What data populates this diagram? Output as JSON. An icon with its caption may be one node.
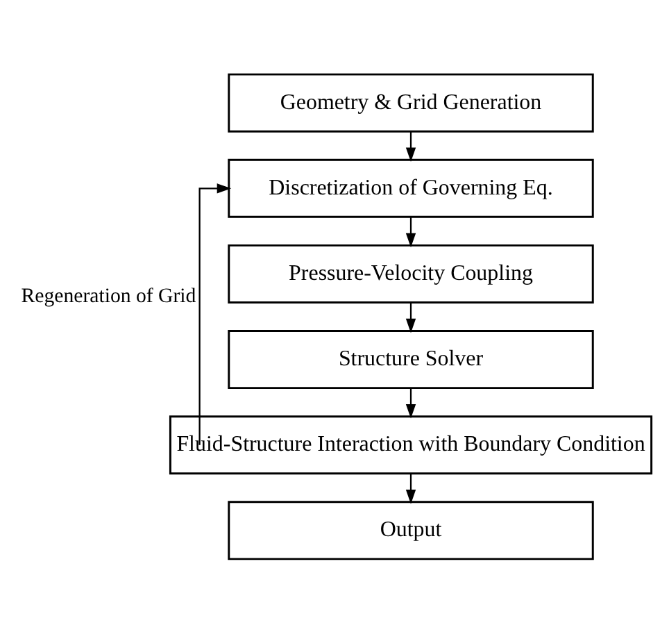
{
  "diagram": {
    "nodes": [
      {
        "text": [
          "Geometry & Grid Generation"
        ]
      },
      {
        "text": [
          "Discretization of Governing Eq."
        ]
      },
      {
        "text": [
          "Pressure-Velocity Coupling"
        ]
      },
      {
        "text": [
          "Structure Solver"
        ]
      },
      {
        "text": [
          "Fluid-Structure Interaction with Boundary Condition"
        ]
      },
      {
        "text": [
          "Output"
        ]
      }
    ],
    "edges": [
      {
        "from": 0,
        "to": 1,
        "arrow": "to"
      },
      {
        "from": 1,
        "to": 2,
        "arrow": "to"
      },
      {
        "from": 2,
        "to": 3,
        "arrow": "to"
      },
      {
        "from": 3,
        "to": 4,
        "arrow": "to"
      },
      {
        "from": 4,
        "to": 5,
        "arrow": "to"
      },
      {
        "from": 4,
        "to": 1,
        "arrow": "to",
        "label": "Regeneration of Grid"
      }
    ]
  }
}
